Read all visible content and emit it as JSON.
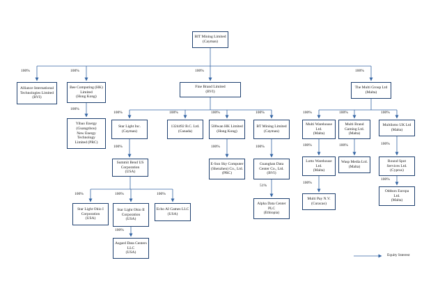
{
  "legend": {
    "label": "Equity Interest"
  },
  "nodes": [
    {
      "id": "bit-mining",
      "label": "BIT Mining Limited\n(Cayman)"
    },
    {
      "id": "alliance-intl-tech",
      "label": "Alliance International\nTechnologies Limited\n(BVI)"
    },
    {
      "id": "bee-computing-hk",
      "label": "Bee Computing (HK)\nLimited\n(Hong Kong)"
    },
    {
      "id": "fine-brand",
      "label": "Fine Brand Limited\n(BVI)"
    },
    {
      "id": "multi-group",
      "label": "The Multi Group Ltd\n(Malta)"
    },
    {
      "id": "yibao-energy",
      "label": "Yibao Energy\n(Guangzhou)\nNew Energy Technology\nLimited (PRC)"
    },
    {
      "id": "star-light",
      "label": "Star Light Inc.\n(Cayman)"
    },
    {
      "id": "bc-1324492",
      "label": "1324492 B.C. Ltd.\n(Canada)"
    },
    {
      "id": "500wan-hk",
      "label": "500wan HK Limited\n(Hong Kong)"
    },
    {
      "id": "bt-mining-cayman",
      "label": "BT Mining Limited\n(Cayman)"
    },
    {
      "id": "summit-bend-us",
      "label": "Summit Bend US\nCorporation\n(USA)"
    },
    {
      "id": "e-sun-sky-computer",
      "label": "E-Sun Sky Computer\n(Shenzhen) Co., Ltd.\n(PRC)"
    },
    {
      "id": "guanghan-data-center",
      "label": "Guanghan Data\nCenter Co., Ltd.\n(BVI)"
    },
    {
      "id": "alpha-data-center",
      "label": "Alpha Data Center\nPLC\n(Ethiopia)"
    },
    {
      "id": "star-light-ohio-1",
      "label": "Star Light Ohio I\nCorporation\n(USA)"
    },
    {
      "id": "star-light-ohio-2",
      "label": "Star Light Ohio II\nCorporation\n(USA)"
    },
    {
      "id": "echo-ai-games",
      "label": "Echo AI Games LLC\n(USA)"
    },
    {
      "id": "asgard-data-centers",
      "label": "Asgard Data Centers\nLLC\n(USA)"
    },
    {
      "id": "multi-warehouse",
      "label": "Multi Warehouse\nLtd.\n(Malta)"
    },
    {
      "id": "multi-brand-gaming",
      "label": "Multi Brand\nGaming Ltd.\n(Malta)"
    },
    {
      "id": "multilotto-uk",
      "label": "Multilotto UK Ltd\n(Malta)"
    },
    {
      "id": "lotto-warehouse",
      "label": "Lotto Warehouse\nLtd.\n(Malta)"
    },
    {
      "id": "wasp-media",
      "label": "Wasp Media Ltd.\n(Malta)"
    },
    {
      "id": "round-spot-services",
      "label": "Round Spot\nServices Ltd.\n(Cyprus)"
    },
    {
      "id": "multi-pay",
      "label": "Multi Pay N.V.\n(Curacao)"
    },
    {
      "id": "oddson-europa",
      "label": "Oddson Europa\nLtd.\n(Malta)"
    }
  ],
  "edges": [
    {
      "from": "bit-mining",
      "to": "alliance-intl-tech",
      "pct": "100%"
    },
    {
      "from": "bit-mining",
      "to": "bee-computing-hk",
      "pct": "100%"
    },
    {
      "from": "bit-mining",
      "to": "fine-brand",
      "pct": "100%"
    },
    {
      "from": "bit-mining",
      "to": "multi-group",
      "pct": "100%"
    },
    {
      "from": "bee-computing-hk",
      "to": "yibao-energy",
      "pct": "100%"
    },
    {
      "from": "fine-brand",
      "to": "star-light",
      "pct": "100%"
    },
    {
      "from": "fine-brand",
      "to": "bc-1324492",
      "pct": "100%"
    },
    {
      "from": "fine-brand",
      "to": "500wan-hk",
      "pct": "100%"
    },
    {
      "from": "fine-brand",
      "to": "bt-mining-cayman",
      "pct": "100%"
    },
    {
      "from": "star-light",
      "to": "summit-bend-us",
      "pct": "100%"
    },
    {
      "from": "500wan-hk",
      "to": "e-sun-sky-computer",
      "pct": "100%"
    },
    {
      "from": "bt-mining-cayman",
      "to": "guanghan-data-center",
      "pct": "100%"
    },
    {
      "from": "guanghan-data-center",
      "to": "alpha-data-center",
      "pct": "51%"
    },
    {
      "from": "summit-bend-us",
      "to": "star-light-ohio-1",
      "pct": "100%"
    },
    {
      "from": "summit-bend-us",
      "to": "star-light-ohio-2",
      "pct": "100%"
    },
    {
      "from": "summit-bend-us",
      "to": "echo-ai-games",
      "pct": "100%"
    },
    {
      "from": "star-light-ohio-2",
      "to": "asgard-data-centers",
      "pct": "100%"
    },
    {
      "from": "multi-group",
      "to": "multi-warehouse",
      "pct": "100%"
    },
    {
      "from": "multi-group",
      "to": "multi-brand-gaming",
      "pct": "100%"
    },
    {
      "from": "multi-group",
      "to": "multilotto-uk",
      "pct": "100%"
    },
    {
      "from": "multi-warehouse",
      "to": "lotto-warehouse",
      "pct": "100%"
    },
    {
      "from": "multi-brand-gaming",
      "to": "wasp-media",
      "pct": "100%"
    },
    {
      "from": "multilotto-uk",
      "to": "round-spot-services",
      "pct": "100%"
    },
    {
      "from": "lotto-warehouse",
      "to": "multi-pay",
      "pct": "100%"
    },
    {
      "from": "round-spot-services",
      "to": "oddson-europa",
      "pct": "100%"
    }
  ]
}
